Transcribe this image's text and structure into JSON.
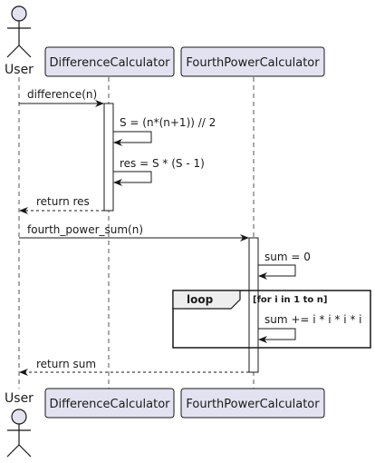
{
  "participants": {
    "user": "User",
    "difference_calculator": "DifferenceCalculator",
    "fourth_power_calculator": "FourthPowerCalculator"
  },
  "messages": {
    "difference_call": "difference(n)",
    "compute_s": "S = (n*(n+1)) // 2",
    "compute_res": "res = S * (S - 1)",
    "return_res": "return res",
    "fourth_power_call": "fourth_power_sum(n)",
    "init_sum": "sum = 0",
    "accumulate_sum": "sum += i * i * i * i",
    "return_sum": "return sum"
  },
  "loop": {
    "keyword": "loop",
    "guard": "[for i in 1 to n]"
  },
  "colors": {
    "participant_fill": "#e2e2f0",
    "participant_stroke": "#181818",
    "lifeline": "#555555",
    "activation_fill": "#ffffff",
    "loop_tab_fill": "#eeeeee"
  }
}
